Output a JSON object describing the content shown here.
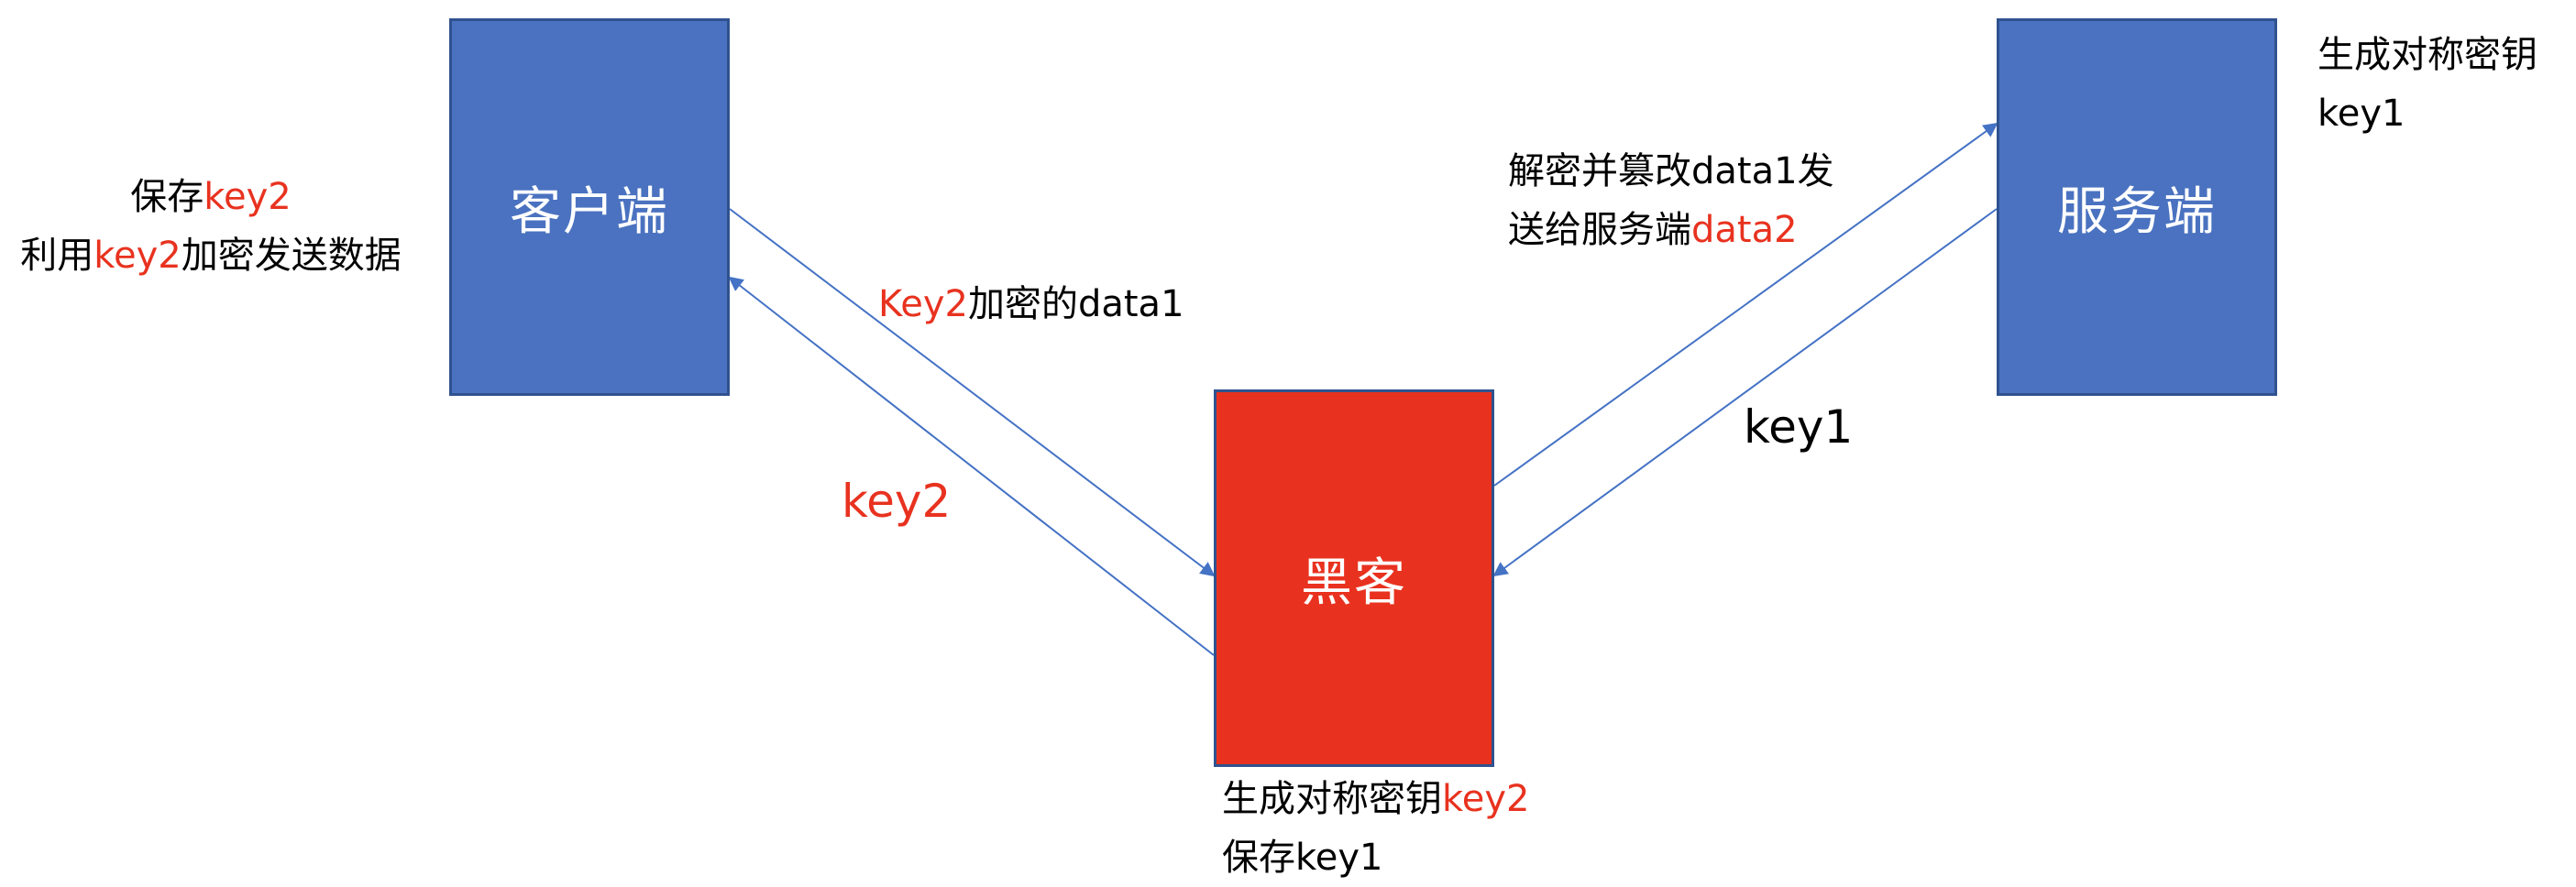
{
  "colors": {
    "box_blue": "#4a72c0",
    "box_blue_border": "#2f528f",
    "box_red": "#e8321f",
    "box_red_border": "#2f528f",
    "arrow": "#4472c4",
    "highlight": "#e8321f",
    "text": "#000000"
  },
  "nodes": {
    "client": "客户端",
    "server": "服务端",
    "hacker": "黑客"
  },
  "notes": {
    "client": {
      "line1_prefix": "保存",
      "line1_key": "key2",
      "line2_prefix": "利用",
      "line2_key": "key2",
      "line2_suffix": "加密发送数据"
    },
    "server": {
      "line1": "生成对称密钥",
      "line2": "key1"
    },
    "hacker": {
      "line1_prefix": "生成对称密钥",
      "line1_key": "key2",
      "line2": "保存key1"
    }
  },
  "edges": {
    "client_to_hacker": {
      "label_key": "Key2",
      "label_suffix": "加密的data1"
    },
    "hacker_to_client": {
      "label": "key2"
    },
    "hacker_to_server": {
      "line1": "解密并篡改data1发",
      "line2_prefix": "送给服务端",
      "line2_key": "data2"
    },
    "server_to_hacker": {
      "label": "key1"
    }
  }
}
